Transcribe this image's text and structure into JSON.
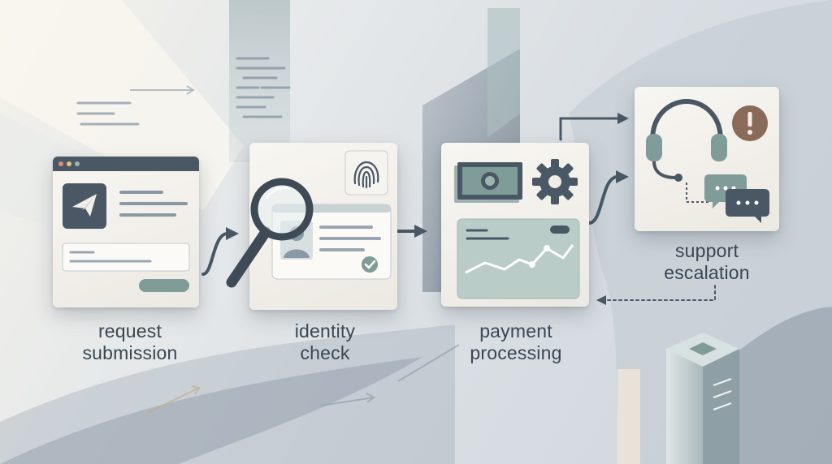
{
  "steps": [
    {
      "line1": "request",
      "line2": "submission"
    },
    {
      "line1": "identity",
      "line2": "check"
    },
    {
      "line1": "payment",
      "line2": "processing"
    },
    {
      "line1": "support",
      "line2": "escalation"
    }
  ],
  "colors": {
    "slate": "#4a5866",
    "teal": "#7f9c98",
    "tealLight": "#b9ccc8",
    "beige": "#f2efe8",
    "warn": "#8a6a58",
    "text": "#3a4652"
  },
  "icons": [
    "paper-plane-icon",
    "fingerprint-icon",
    "magnifier-icon",
    "id-card-icon",
    "check-icon",
    "banknote-icon",
    "gear-icon",
    "chart-icon",
    "headset-icon",
    "alert-icon",
    "chat-icon",
    "server-tower-icon"
  ]
}
